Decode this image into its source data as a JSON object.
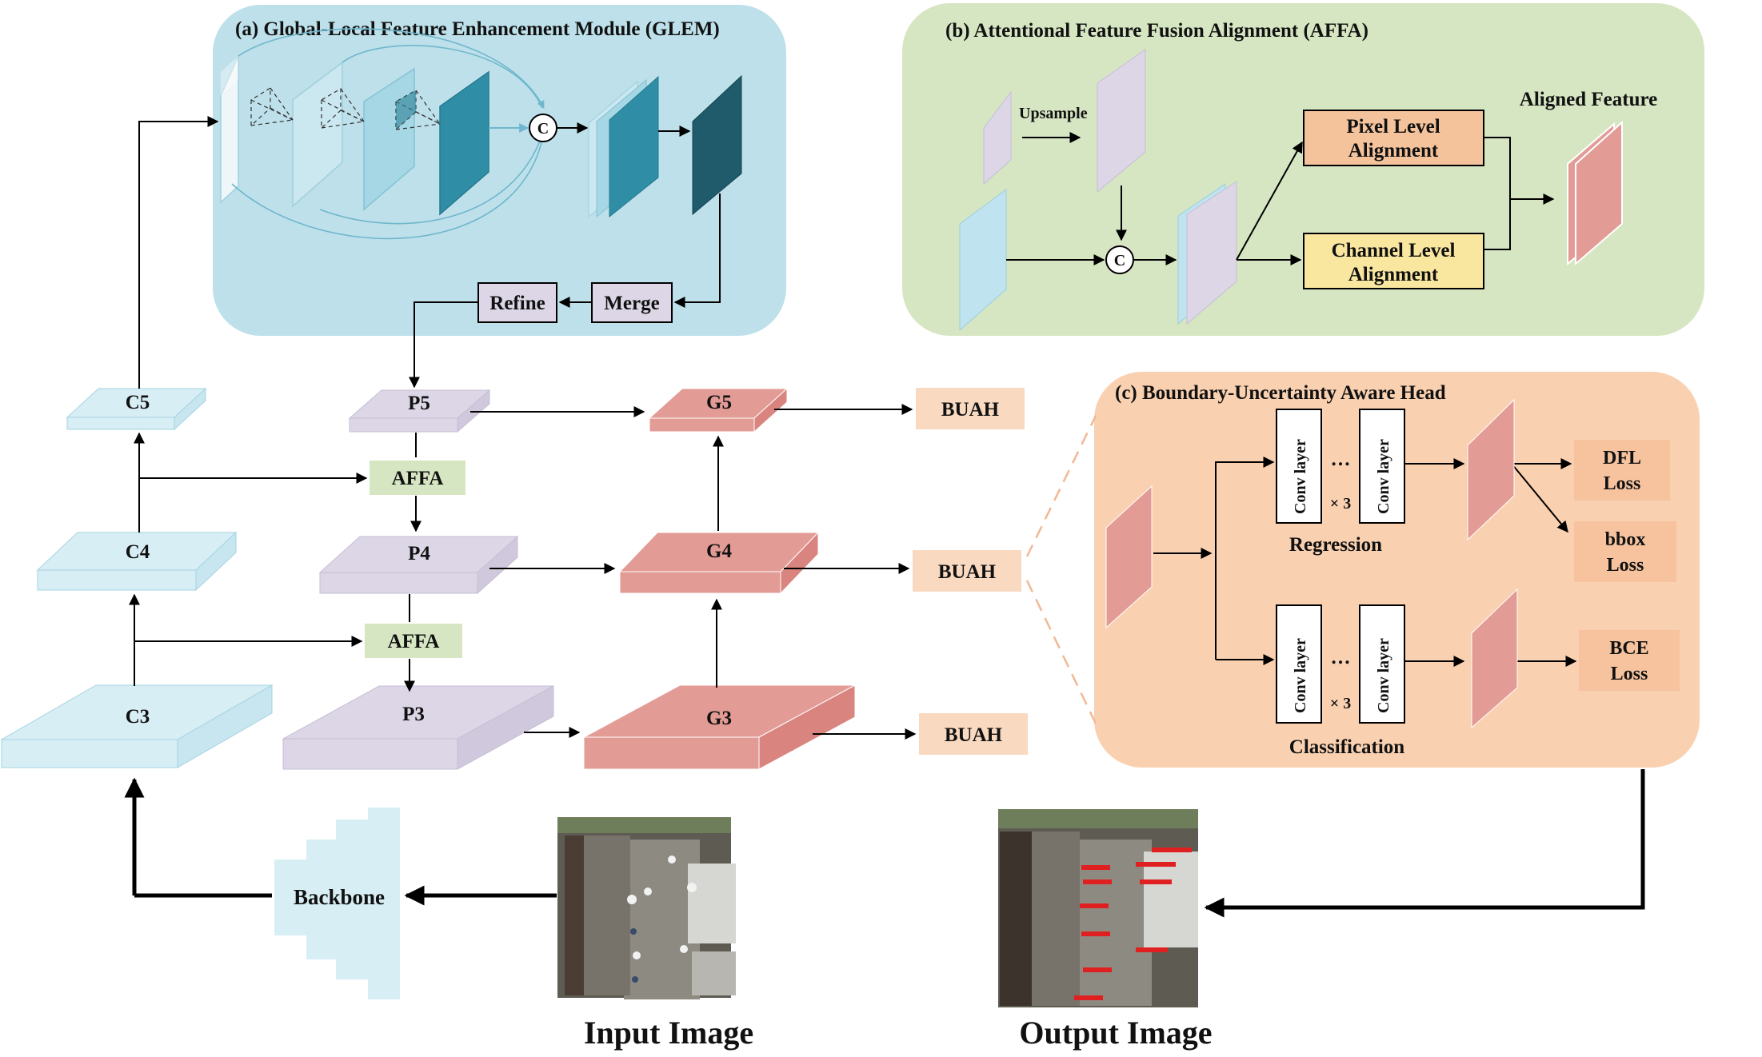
{
  "modules": {
    "glem_title": "(a) Global-Local Feature Enhancement Module (GLEM)",
    "affa_title": "(b) Attentional Feature Fusion Alignment (AFFA)",
    "buah_title": "(c) Boundary-Uncertainty Aware Head"
  },
  "glem": {
    "refine": "Refine",
    "merge": "Merge",
    "concat": "C"
  },
  "affa": {
    "upsample": "Upsample",
    "concat": "C",
    "pixel_line1": "Pixel Level",
    "pixel_line2": "Alignment",
    "channel_line1": "Channel Level",
    "channel_line2": "Alignment",
    "aligned": "Aligned Feature"
  },
  "levels": {
    "c5": "C5",
    "c4": "C4",
    "c3": "C3",
    "p5": "P5",
    "p4": "P4",
    "p3": "P3",
    "g5": "G5",
    "g4": "G4",
    "g3": "G3",
    "affa_label": "AFFA",
    "buah_label": "BUAH"
  },
  "head": {
    "conv": "Conv layer",
    "dots": "…",
    "times3": "× 3",
    "regression": "Regression",
    "classification": "Classification",
    "dfl1": "DFL",
    "dfl2": "Loss",
    "bbox1": "bbox",
    "bbox2": "Loss",
    "bce1": "BCE",
    "bce2": "Loss"
  },
  "backbone": "Backbone",
  "input_image": "Input Image",
  "output_image": "Output Image",
  "colors": {
    "glem_bg": "#bde0ea",
    "affa_bg": "#d6e6c2",
    "head_bg": "#f9d0b0",
    "c_level": "#d8eef5",
    "p_level": "#dcd6e6",
    "g_level": "#e39b96",
    "affa_box": "#d6e6c2",
    "buah_box": "#f9d9c0",
    "pixel_box": "#f4c39b",
    "channel_box": "#f9e7a0",
    "loss_box": "#f6cba8"
  }
}
